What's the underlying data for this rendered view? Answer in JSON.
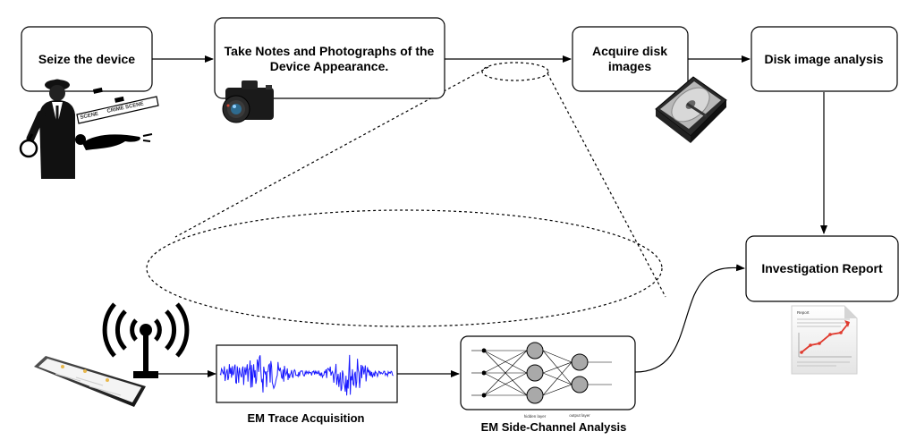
{
  "nodes": {
    "seize": "Seize the device",
    "notes_line1": "Take Notes and Photographs of the",
    "notes_line2": "Device Appearance.",
    "acquire_line1": "Acquire disk",
    "acquire_line2": "images",
    "disk_analysis": "Disk image analysis",
    "report": "Investigation Report"
  },
  "captions": {
    "em_trace": "EM Trace Acquisition",
    "em_side_channel": "EM Side-Channel Analysis"
  },
  "illustrations": {
    "crime_scene_tape_1": "SCENE",
    "crime_scene_tape_2": "CRIME SCENE",
    "nn_hidden_layer": "hidden layer",
    "nn_output_layer": "output layer",
    "report_doc_title": "Report"
  },
  "colors": {
    "em_waveform": "#1a1aff",
    "neuron_fill": "#a9a9a9",
    "report_trend": "#e03a2e"
  }
}
